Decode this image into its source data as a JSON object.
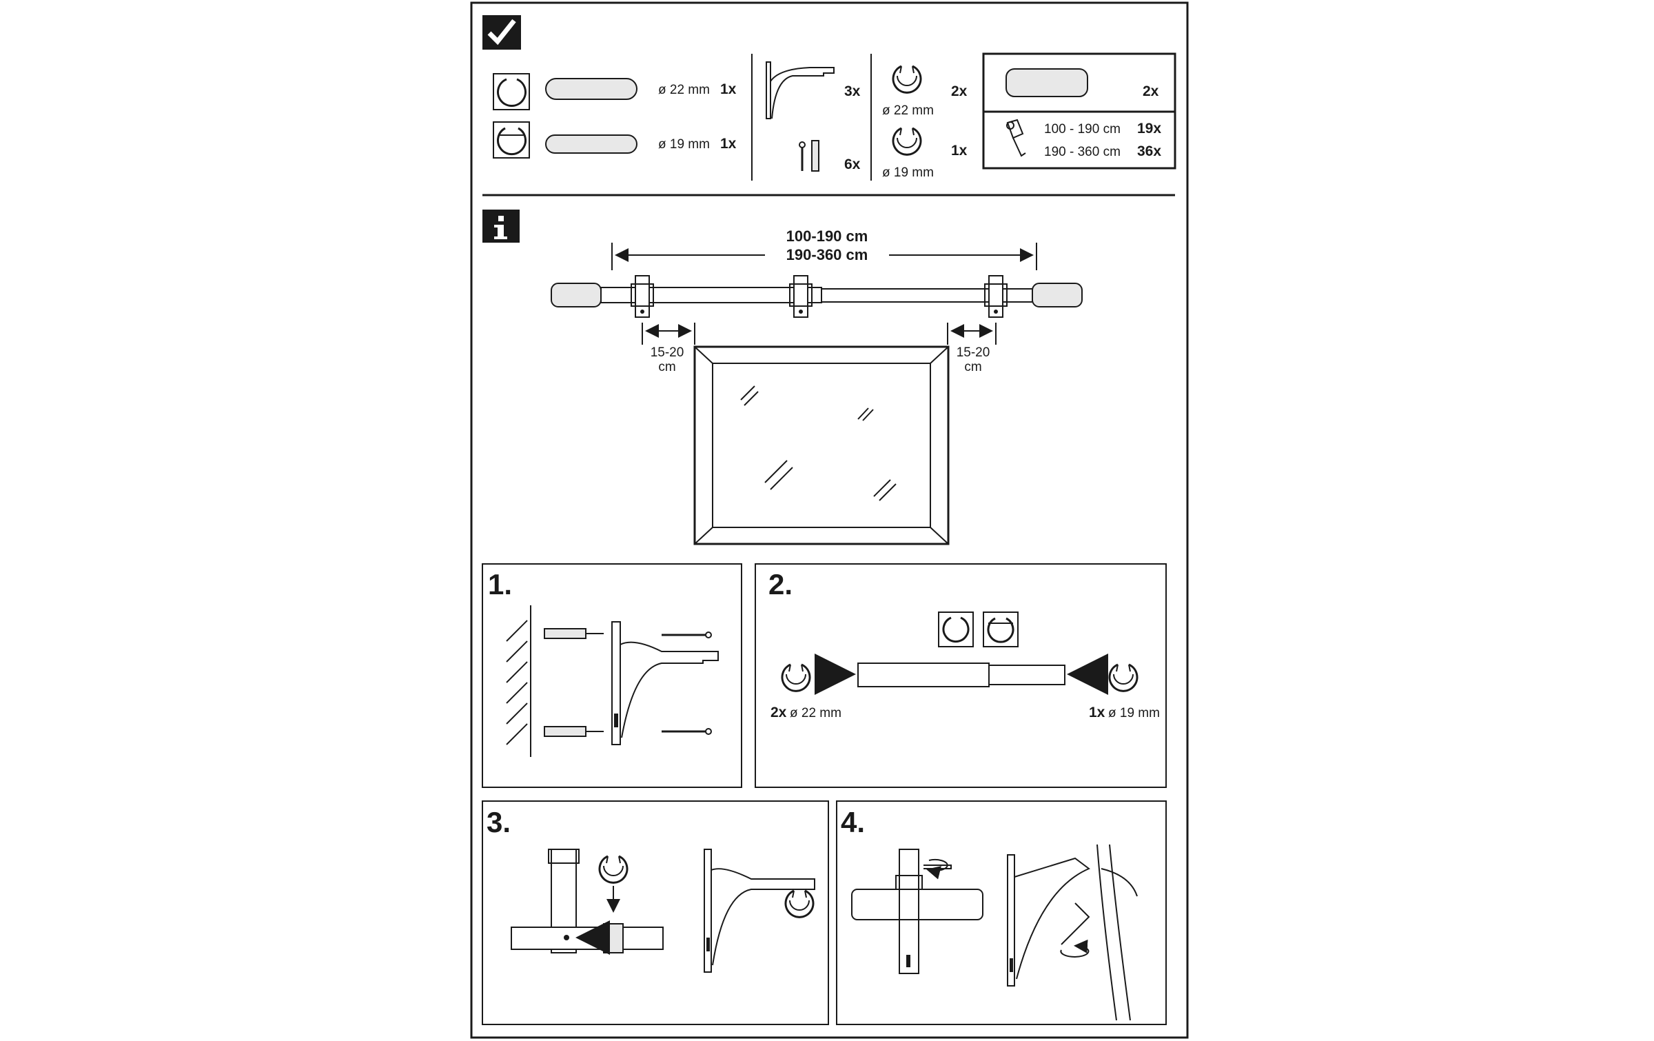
{
  "parts": {
    "rod_a_dia": "ø 22 mm",
    "rod_a_qty": "1x",
    "rod_b_dia": "ø 19 mm",
    "rod_b_qty": "1x",
    "bracket_qty": "3x",
    "screw_qty": "6x",
    "ring_a_qty": "2x",
    "ring_a_dia": "ø 22 mm",
    "ring_b_qty": "1x",
    "ring_b_dia": "ø 19 mm",
    "finial_qty": "2x",
    "hooks_range_1": "100 - 190 cm",
    "hooks_qty_1": "19x",
    "hooks_range_2": "190 - 360 cm",
    "hooks_qty_2": "36x"
  },
  "info": {
    "length_1": "100-190 cm",
    "length_2": "190-360 cm",
    "margin_left_1": "15-20",
    "margin_left_2": "cm",
    "margin_right_1": "15-20",
    "margin_right_2": "cm"
  },
  "steps": {
    "s1": "1.",
    "s2": "2.",
    "s3": "3.",
    "s4": "4.",
    "s2_left_qty": "2x",
    "s2_left_dia": "ø 22 mm",
    "s2_right_qty": "1x",
    "s2_right_dia": "ø 19 mm"
  },
  "icons": [
    "checkmark-icon",
    "info-icon"
  ]
}
